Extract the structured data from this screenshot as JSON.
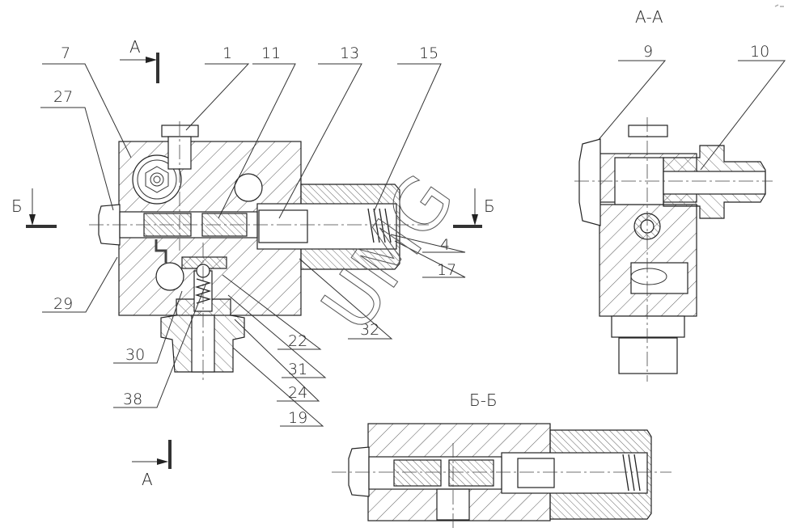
{
  "drawing": {
    "title": "Valve assembly cross-section drawing",
    "section_views": {
      "aa": "А-А",
      "bb": "Б-Б"
    },
    "cut_markers": {
      "a_top": "А",
      "a_bottom": "А",
      "b_left": "Б",
      "b_right": "Б"
    },
    "callouts": [
      {
        "id": "7",
        "label": "7"
      },
      {
        "id": "27",
        "label": "27"
      },
      {
        "id": "1",
        "label": "1"
      },
      {
        "id": "11",
        "label": "11"
      },
      {
        "id": "13",
        "label": "13"
      },
      {
        "id": "15",
        "label": "15"
      },
      {
        "id": "4",
        "label": "4"
      },
      {
        "id": "17",
        "label": "17"
      },
      {
        "id": "29",
        "label": "29"
      },
      {
        "id": "32",
        "label": "32"
      },
      {
        "id": "22",
        "label": "22"
      },
      {
        "id": "30",
        "label": "30"
      },
      {
        "id": "31",
        "label": "31"
      },
      {
        "id": "24",
        "label": "24"
      },
      {
        "id": "38",
        "label": "38"
      },
      {
        "id": "19",
        "label": "19"
      },
      {
        "id": "9",
        "label": "9"
      },
      {
        "id": "10",
        "label": "10"
      }
    ],
    "watermark": "UMG"
  }
}
